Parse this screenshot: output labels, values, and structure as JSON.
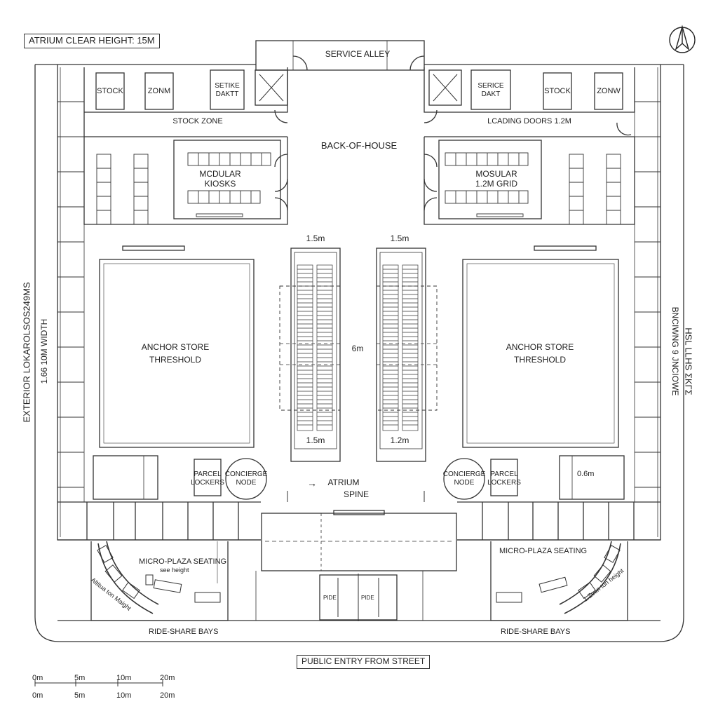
{
  "header": {
    "atrium_height": "ATRIUM CLEAR HEIGHT: 15M"
  },
  "north_icon": "north-arrow-icon",
  "zones": {
    "service_alley": "SERVICE ALLEY",
    "stock_left": "STOCK",
    "zone_left": "ZONM",
    "service_left": [
      "SETIKE",
      "DAKTT"
    ],
    "service_right": [
      "SERICE",
      "DAKT"
    ],
    "stock_right": "STOCK",
    "zone_right": "ZONW",
    "stock_zone": "STOCK ZONE",
    "loading_doors": "LCADING DOORS 1.2M",
    "back_of_house": "BACK-OF-HOUSE",
    "kiosks_left": [
      "MCDULAR",
      "KIOSKS"
    ],
    "kiosks_right": [
      "MOSULAR",
      "1.2M GRID"
    ],
    "anchor_left": [
      "ANCHOR STORE",
      "THRESHOLD"
    ],
    "anchor_right": [
      "ANCHOR STORE",
      "THRESHOLD"
    ],
    "parcel_left": [
      "PARCEL",
      "LOCKERS"
    ],
    "parcel_right": [
      "PARCEL",
      "LOCKERS"
    ],
    "concierge_left": [
      "CONCIERGE",
      "NODE"
    ],
    "concierge_right": [
      "CONCIERGE",
      "NODE"
    ],
    "atrium_arrow": "→",
    "atrium_spine": [
      "ATRIUM",
      "SPINE"
    ],
    "micro_plaza_left": "MICRO-PLAZA SEATING",
    "seat_height": "see height",
    "micro_plaza_right": "MICRO-PLAZA SEATING",
    "curve_left": "Altitua ton Maight",
    "curve_right": "1.Zeon ton height",
    "ride_share_left": "RIDE-SHARE BAYS",
    "ride_share_right": "RIDE-SHARE BAYS",
    "public_entry": "PUBLIC ENTRY FROM STREET",
    "door_labels": [
      "PIDE",
      "PIDE"
    ]
  },
  "dimensions": {
    "esc_top_left": "1.5m",
    "esc_top_right": "1.5m",
    "esc_mid": "6m",
    "esc_bot_left": "1.5m",
    "esc_bot_right": "1.2m",
    "bay_right": "0.6m"
  },
  "side_text": {
    "left_outer": "EXTERIOR LOKAROLSOS249MS",
    "left_inner": "1.66 10M WIDTH",
    "right_outer": "BNCIWNG 9 JNCIOWE",
    "right_inner": "HSL LLHS ΣΚΓΣ"
  },
  "scale": {
    "top": [
      "0m",
      "5m",
      "10m",
      "20m"
    ],
    "bottom": [
      "0m",
      "5m",
      "10m",
      "20m"
    ]
  }
}
